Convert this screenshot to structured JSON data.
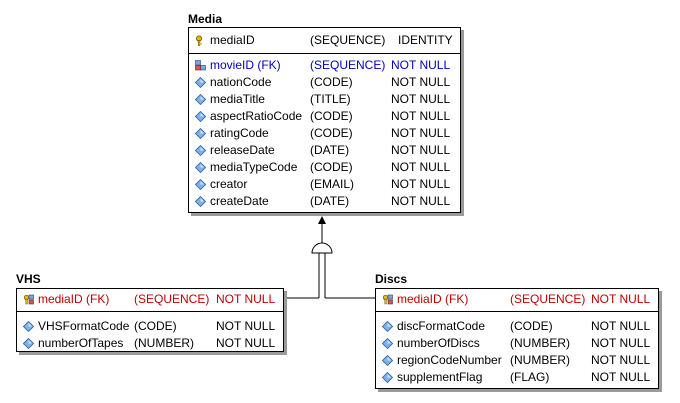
{
  "media": {
    "title": "Media",
    "pk": {
      "name": "mediaID",
      "type": "(SEQUENCE)",
      "constraint": "IDENTITY"
    },
    "fields": [
      {
        "name": "movieID (FK)",
        "type": "(SEQUENCE)",
        "constraint": "NOT NULL",
        "fk": true
      },
      {
        "name": "nationCode",
        "type": "(CODE)",
        "constraint": "NOT NULL"
      },
      {
        "name": "mediaTitle",
        "type": "(TITLE)",
        "constraint": "NOT NULL"
      },
      {
        "name": "aspectRatioCode",
        "type": "(CODE)",
        "constraint": "NOT NULL"
      },
      {
        "name": "ratingCode",
        "type": "(CODE)",
        "constraint": "NOT NULL"
      },
      {
        "name": "releaseDate",
        "type": "(DATE)",
        "constraint": "NOT NULL"
      },
      {
        "name": "mediaTypeCode",
        "type": "(CODE)",
        "constraint": "NOT NULL"
      },
      {
        "name": "creator",
        "type": "(EMAIL)",
        "constraint": "NOT NULL"
      },
      {
        "name": "createDate",
        "type": "(DATE)",
        "constraint": "NOT NULL"
      }
    ]
  },
  "vhs": {
    "title": "VHS",
    "pk": {
      "name": "mediaID (FK)",
      "type": "(SEQUENCE)",
      "constraint": "NOT NULL"
    },
    "fields": [
      {
        "name": "VHSFormatCode",
        "type": "(CODE)",
        "constraint": "NOT NULL"
      },
      {
        "name": "numberOfTapes",
        "type": "(NUMBER)",
        "constraint": "NOT NULL"
      }
    ]
  },
  "discs": {
    "title": "Discs",
    "pk": {
      "name": "mediaID (FK)",
      "type": "(SEQUENCE)",
      "constraint": "NOT NULL"
    },
    "fields": [
      {
        "name": "discFormatCode",
        "type": "(CODE)",
        "constraint": "NOT NULL"
      },
      {
        "name": "numberOfDiscs",
        "type": "(NUMBER)",
        "constraint": "NOT NULL"
      },
      {
        "name": "regionCodeNumber",
        "type": "(NUMBER)",
        "constraint": "NOT NULL"
      },
      {
        "name": "supplementFlag",
        "type": "(FLAG)",
        "constraint": "NOT NULL"
      }
    ]
  },
  "icons": {
    "primary_key": "key-icon",
    "foreign_key_pk": "foreign-key-icon",
    "attribute": "diamond-icon"
  },
  "colors": {
    "fk_pk_text": "#c00000",
    "fk_attr_text": "#0000c0",
    "shadow": "#9a9a9a"
  }
}
